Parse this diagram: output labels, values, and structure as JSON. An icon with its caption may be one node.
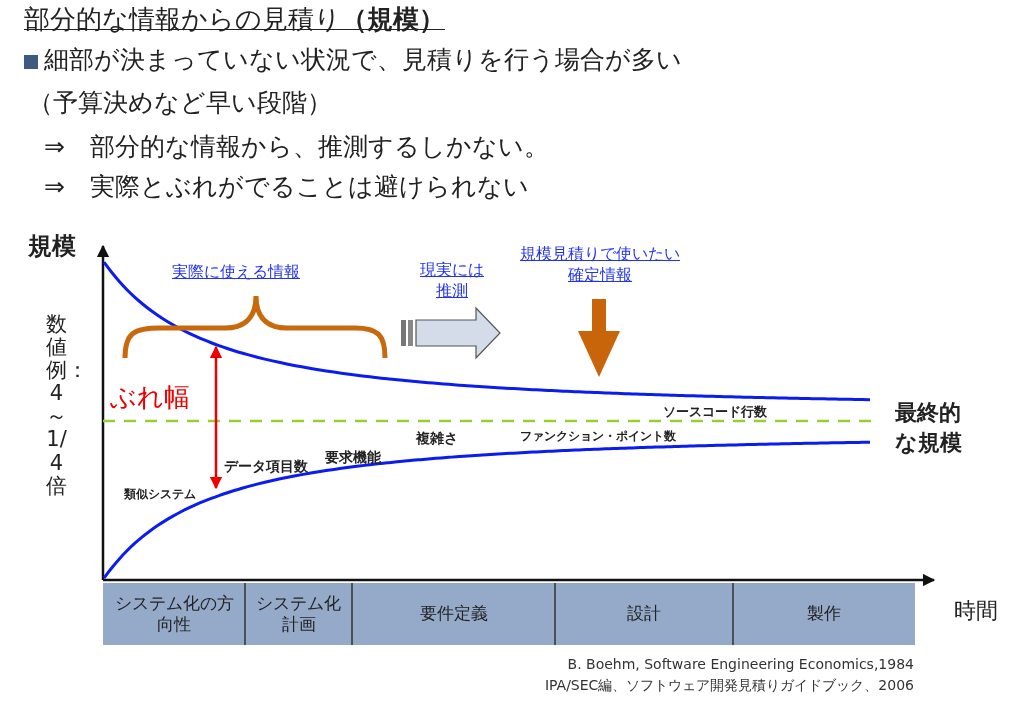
{
  "diagram": {
    "title": "部分的な情報からの見積り**（規模）**",
    "nodes": [
      {
        "text": [
          "システム化の方向性"
        ]
      },
      {
        "text": [
          "システム化計画"
        ]
      },
      {
        "text": [
          "要件定義"
        ]
      },
      {
        "text": [
          "設計"
        ]
      },
      {
        "text": [
          "製作"
        ]
      }
    ],
    "labels": [
      "細部が決まっていない状況で、見積りを行う場合が多い",
      "（予算決めなど早い段階）",
      "⇒　部分的な情報から、推測するしかない。",
      "⇒　実際とぶれがでることは避けられない",
      "規模",
      "実際に使える情報",
      "現実には推測",
      "規模見積りで使いたい確定情報",
      "数値例：4～1/4倍",
      "ぶれ幅",
      "ソースコード行数",
      "最終的な規模",
      "ファンクション・ポイント数",
      "複雑さ",
      "データ項目数",
      "要求機能",
      "類似システム",
      "時間",
      "B. Boehm, Software Engineering Economics,1984",
      "IPA/SEC編、ソフトウェア開発見積りガイドブック、2006"
    ]
  }
}
